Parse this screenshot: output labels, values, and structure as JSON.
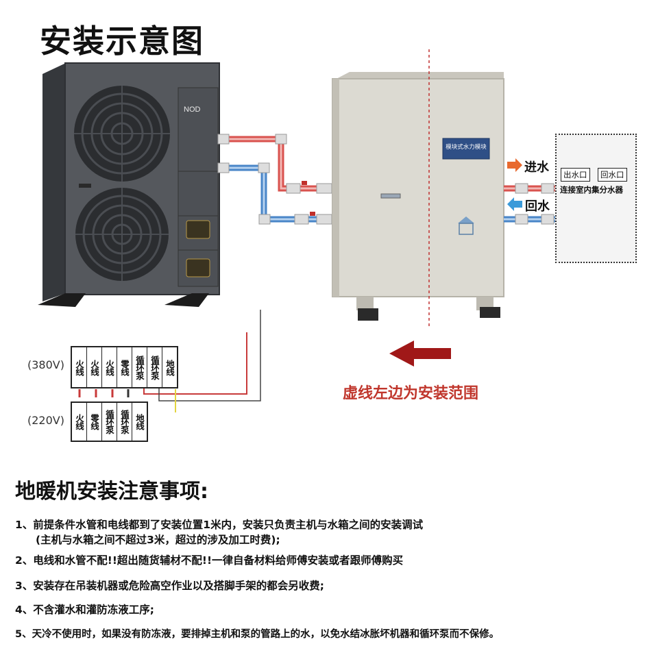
{
  "title": "安装示意图",
  "unit_brand": "NOD",
  "water_tank_label": "模块式水力模块",
  "power": {
    "v380_label": "(380V)",
    "v380_terminals": [
      "火线",
      "火线",
      "火线",
      "零线",
      "循环泵",
      "循环泵",
      "地线"
    ],
    "v220_label": "(220V)",
    "v220_terminals": [
      "火线",
      "零线",
      "循环泵",
      "循环泵",
      "地线"
    ]
  },
  "flow": {
    "in_label": "进水",
    "out_label": "回水",
    "in_color": "#e8692e",
    "out_color": "#3a9ad9"
  },
  "indoor_panel": {
    "outlet": "出水口",
    "return": "回水口",
    "caption": "连接室内集分水器"
  },
  "scope_text": "虚线左边为安装范围",
  "notes_title": "地暖机安装注意事项:",
  "notes": [
    {
      "line": "1、前提条件水管和电线都到了安装位置1米内，安装只负责主机与水箱之间的安装调试",
      "sub": "(主机与水箱之间不超过3米，超过的涉及加工时费);"
    },
    {
      "line": "2、电线和水管不配!!超出随货辅材不配!!一律自备材料给师傅安装或者跟师傅购买",
      "sub": ""
    },
    {
      "line": "3、安装存在吊装机器或危险高空作业以及搭脚手架的都会另收费;",
      "sub": ""
    },
    {
      "line": "4、不含灌水和灌防冻液工序;",
      "sub": ""
    },
    {
      "line": "5、天冷不使用时，如果没有防冻液，要排掉主机和泵的管路上的水，以免水结冰胀坏机器和循环泵而不保修。",
      "sub": ""
    }
  ],
  "colors": {
    "hot_pipe": "#d9534f",
    "cold_pipe": "#4a86c8",
    "scope_red": "#a01818",
    "unit_body": "#4a4d52",
    "tank_body": "#dcdad2"
  }
}
